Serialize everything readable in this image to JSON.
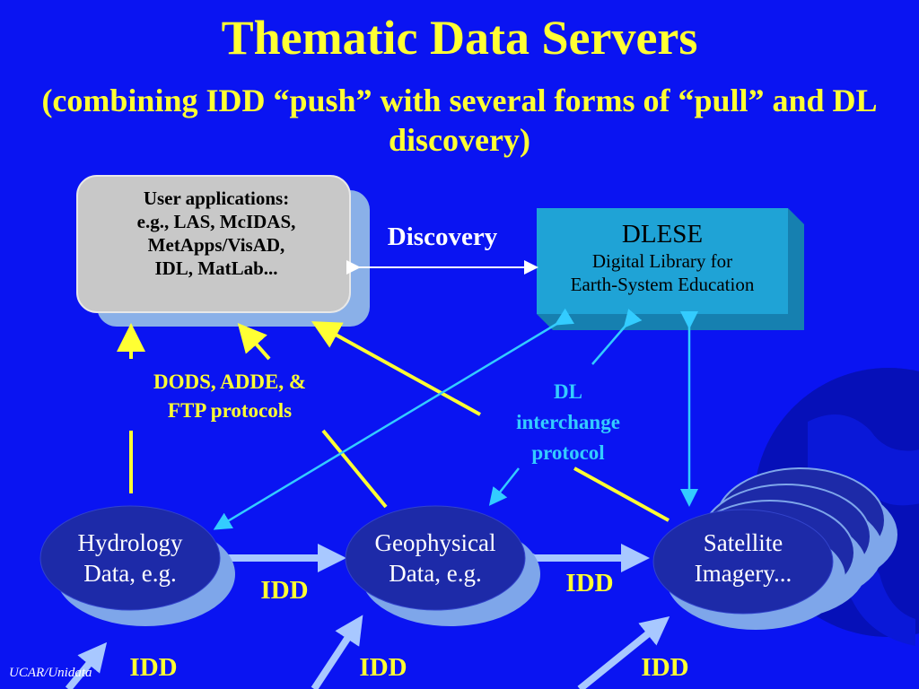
{
  "title": "Thematic Data Servers",
  "subtitle": "(combining IDD “push” with several forms of “pull” and DL discovery)",
  "user_apps": {
    "lines": [
      "User applications:",
      "e.g., LAS, McIDAS,",
      "MetApps/VisAD,",
      "IDL, MatLab..."
    ]
  },
  "dlese": {
    "title": "DLESE",
    "line1": "Digital Library for",
    "line2": "Earth-System Education"
  },
  "labels": {
    "discovery": "Discovery",
    "dods_line1": "DODS, ADDE, &",
    "dods_line2": "FTP protocols",
    "dl_line1": "DL",
    "dl_line2": "interchange",
    "dl_line3": "protocol",
    "idd": "IDD"
  },
  "nodes": {
    "hydrology": [
      "Hydrology",
      "Data, e.g."
    ],
    "geophysical": [
      "Geophysical",
      "Data, e.g."
    ],
    "satellite": [
      "Satellite",
      "Imagery..."
    ]
  },
  "footer": "UCAR/Unidata",
  "colors": {
    "background": "#0a14f2",
    "title": "#ffff33",
    "yellow_arrow": "#ffff33",
    "cyan_arrow": "#33ccff",
    "light_arrow": "#a8c8ff",
    "box_gray": "#c8c8c8",
    "box_cyan": "#1fa3d6",
    "node_fill": "#1d2aa8"
  }
}
